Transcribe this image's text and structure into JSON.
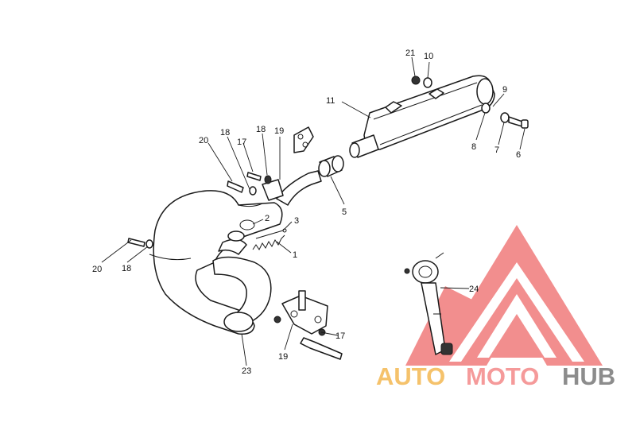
{
  "callouts": [
    {
      "id": "c21a",
      "text": "21"
    },
    {
      "id": "c10",
      "text": "10"
    },
    {
      "id": "c11",
      "text": "11"
    },
    {
      "id": "c9",
      "text": "9"
    },
    {
      "id": "c8",
      "text": "8"
    },
    {
      "id": "c7",
      "text": "7"
    },
    {
      "id": "c6",
      "text": "6"
    },
    {
      "id": "c18a",
      "text": "18"
    },
    {
      "id": "c18b",
      "text": "18"
    },
    {
      "id": "c19a",
      "text": "19"
    },
    {
      "id": "c20a",
      "text": "20"
    },
    {
      "id": "c17a",
      "text": "17"
    },
    {
      "id": "c5",
      "text": "5"
    },
    {
      "id": "c2",
      "text": "2"
    },
    {
      "id": "c3",
      "text": "3"
    },
    {
      "id": "c1",
      "text": "1"
    },
    {
      "id": "c20b",
      "text": "20"
    },
    {
      "id": "c18c",
      "text": "18"
    },
    {
      "id": "c24",
      "text": "24"
    },
    {
      "id": "c17b",
      "text": "17"
    },
    {
      "id": "c19b",
      "text": "19"
    },
    {
      "id": "c23",
      "text": "23"
    }
  ],
  "watermark": {
    "word_1": "AUTO",
    "word_2": "MOTO",
    "word_3": "HUB",
    "color_1": "#F5C26B",
    "color_2": "#F59A9A",
    "color_3": "#8C8C8C",
    "logo_color": "#F07B7B"
  }
}
